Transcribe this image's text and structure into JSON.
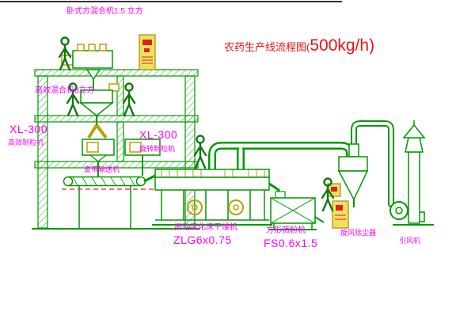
{
  "colors": {
    "line_green": "#009900",
    "detail_yellow": "#b8a000",
    "label_magenta": "#ff00ff",
    "title_red": "#ee1111",
    "alarm_red": "#dd2222"
  },
  "title": {
    "part1": "农药生产线流程图(",
    "part2": "500kg/h)"
  },
  "labels": {
    "horizontal_mixer": "卧式方混合机1.5 立方",
    "high_mixer": "高效混合机3立方",
    "granulator_left_model": "XL-300",
    "granulator_left_name": "高效制粒机",
    "granulator_right_model": "XL-300",
    "granulator_right_name": "旋转制粒机",
    "belt_conveyor": "皮带输送机",
    "dryer_name": "振动流化床干燥机",
    "dryer_model": "ZLG6x0.75",
    "sieve_name": "方形筛粉机",
    "sieve_model": "FS0.6x1.5",
    "cyclone": "旋风除尘器",
    "fan": "引风机"
  }
}
